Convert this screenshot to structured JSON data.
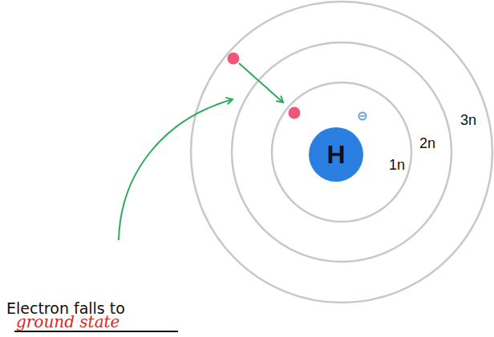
{
  "diagram": {
    "nodes": [
      {
        "text": [
          "H"
        ]
      }
    ],
    "labels": [
      "3n",
      "2n",
      "1n",
      "Electron falls to",
      "ground state"
    ]
  }
}
